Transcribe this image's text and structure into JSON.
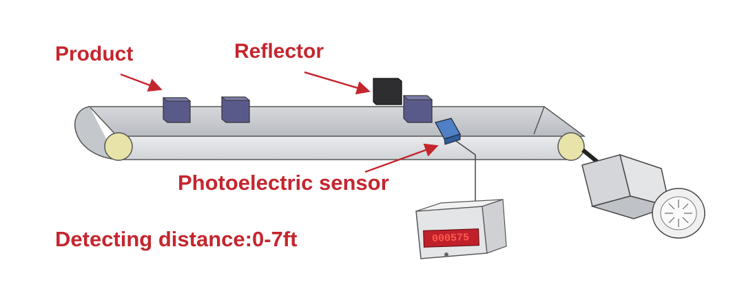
{
  "labels": {
    "product": "Product",
    "reflector": "Reflector",
    "sensor": "Photoelectric sensor",
    "distance": "Detecting distance:0-7ft"
  },
  "counter": {
    "display": "000575"
  },
  "colors": {
    "label_red": "#c4262e",
    "belt_gray": "#c9cbcf",
    "product_purple": "#5a5a8a",
    "reflector_dark": "#2e2e30",
    "sensor_blue": "#4f7fc4",
    "counter_display": "#c0202a"
  }
}
